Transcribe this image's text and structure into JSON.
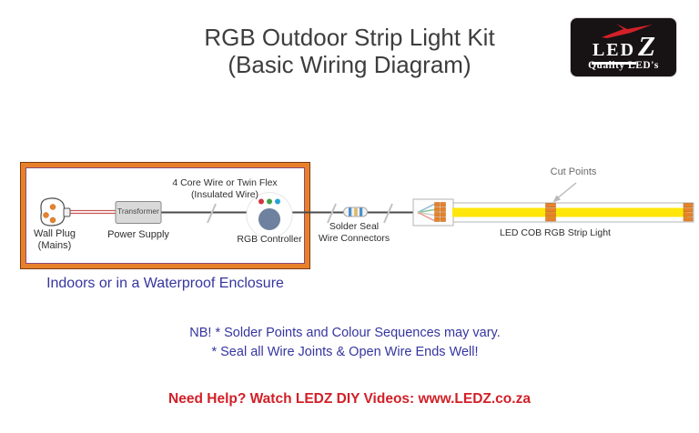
{
  "title": {
    "line1": "RGB Outdoor Strip Light Kit",
    "line2": "(Basic Wiring Diagram)"
  },
  "logo": {
    "wordmark_led": "LED",
    "wordmark_z": "Z",
    "tagline": "Quality LED's"
  },
  "diagram": {
    "wall_plug_label_1": "Wall Plug",
    "wall_plug_label_2": "(Mains)",
    "transformer_box_label": "Transformer",
    "power_supply_label": "Power Supply",
    "core_wire_label_1": "4 Core Wire or Twin Flex",
    "core_wire_label_2": "(Insulated Wire)",
    "rgb_controller_label": "RGB Controller",
    "solder_seal_label_1": "Solder Seal",
    "solder_seal_label_2": "Wire Connectors",
    "cut_points_label": "Cut Points",
    "strip_label": "LED COB RGB Strip Light",
    "enclosure_note": "Indoors or in a Waterproof Enclosure"
  },
  "notes": {
    "line1": "NB! * Solder Points and Colour Sequences may vary.",
    "line2": "* Seal all Wire Joints & Open Wire Ends Well!"
  },
  "footer": {
    "help_text": "Need Help? Watch LEDZ DIY Videos: www.LEDZ.co.za"
  },
  "colors": {
    "enclosure-orange": "#E8802A",
    "enclosure-outer": "#7C3A12",
    "enclosure-inner": "#8C4A78",
    "pad-orange": "#E8822C",
    "strip-yellow": "#FFE60A",
    "note-blue": "#3535A0",
    "help-red": "#D22028",
    "wire-dark": "#4A4A4A",
    "mains-red": "#CC5555"
  }
}
